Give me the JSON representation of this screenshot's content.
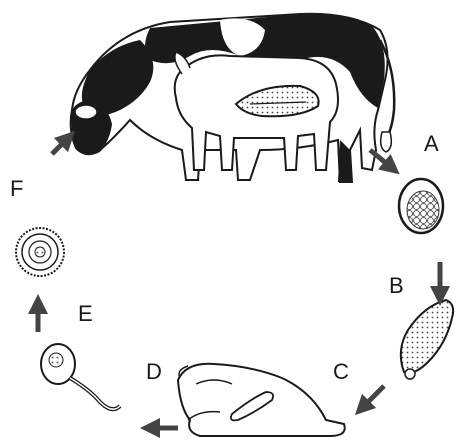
{
  "stages": {
    "a": {
      "label": "A"
    },
    "b": {
      "label": "B"
    },
    "c": {
      "label": "C"
    },
    "d": {
      "label": "D"
    },
    "e": {
      "label": "E"
    },
    "f": {
      "label": "F"
    }
  },
  "colors": {
    "ink": "#1a1a1a",
    "arrow": "#444444",
    "background": "#ffffff"
  }
}
